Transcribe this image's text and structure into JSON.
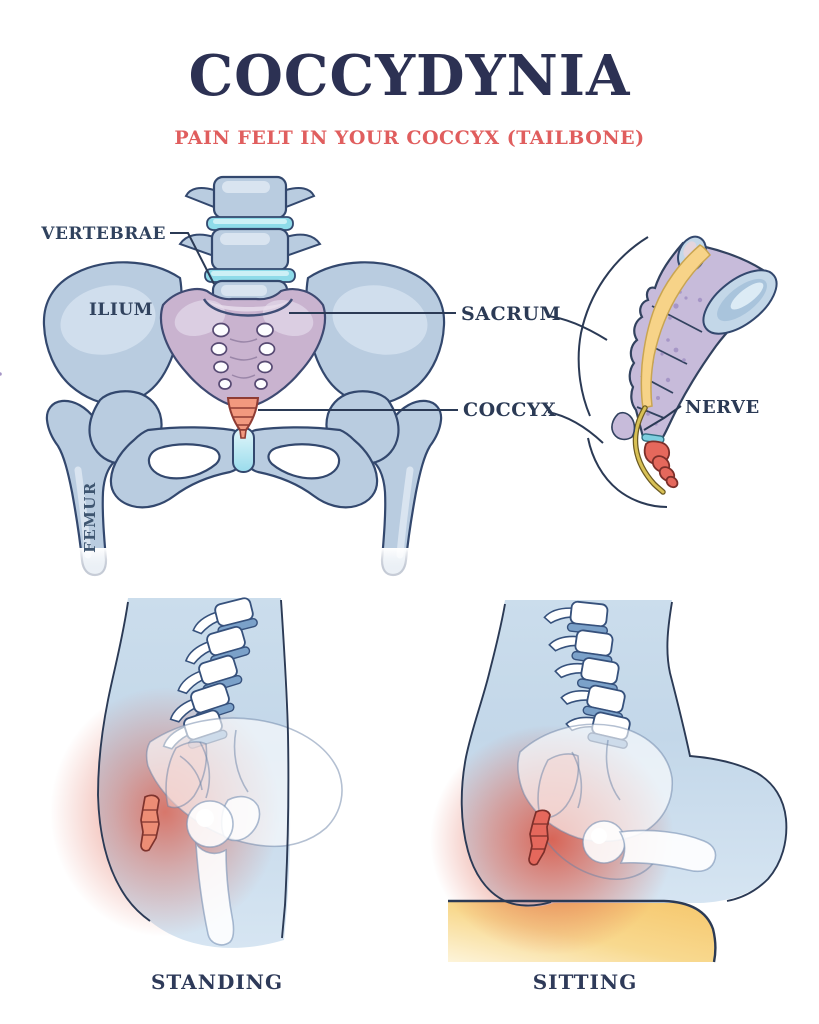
{
  "header": {
    "title": "COCCYDYNIA",
    "subtitle": "PAIN FELT IN YOUR COCCYX (TAILBONE)"
  },
  "anatomy_labels": {
    "vertebrae": "VERTEBRAE",
    "ilium": "ILIUM",
    "femur": "FEMUR",
    "sacrum": "SACRUM",
    "coccyx": "COCCYX",
    "nerve": "NERVE"
  },
  "figure_captions": {
    "standing": "STANDING",
    "sitting": "SITTING"
  },
  "colors": {
    "title_navy": "#2c3153",
    "accent_red": "#e05e5e",
    "outline_navy": "#2b3a55",
    "bone_blue": "#b9cce0",
    "bone_highlight": "#d9e4f0",
    "disc_cyan": "#8edbe9",
    "sacrum_mauve": "#c9b3cf",
    "coccyx_orange": "#f2997f",
    "side_sacrum_lavender": "#c7bbda",
    "side_coccyx_red": "#e5685c",
    "nerve_yellow": "#f7d388",
    "body_blue": "#c9dcec",
    "pain_red": "#dc5540",
    "seat_yellow": "#f6c76d"
  }
}
